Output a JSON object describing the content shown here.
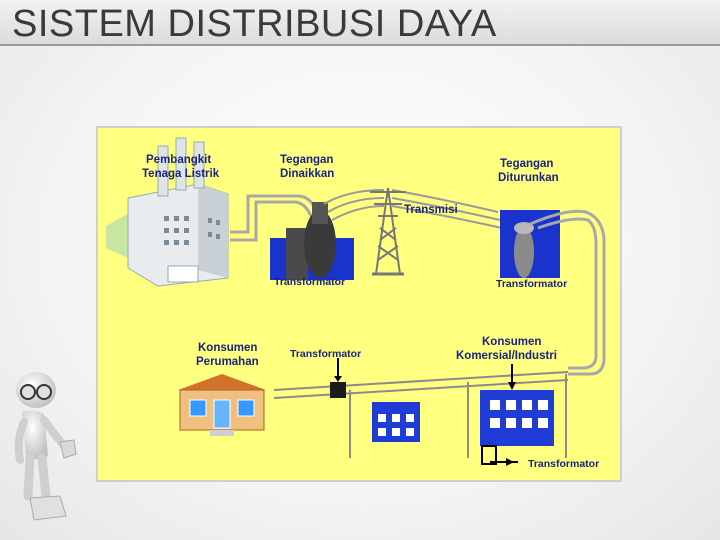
{
  "slide": {
    "title": "SISTEM DISTRIBUSI DAYA"
  },
  "diagram": {
    "labels": {
      "pembangkit_line1": "Pembangkit",
      "pembangkit_line2": "Tenaga Listrik",
      "tegangan_naik_line1": "Tegangan",
      "tegangan_naik_line2": "Dinaikkan",
      "tegangan_turun_line1": "Tegangan",
      "tegangan_turun_line2": "Diturunkan",
      "transmisi": "Transmisi",
      "transformator_1": "Transformator",
      "transformator_2": "Transformator",
      "konsumen_rumah_line1": "Konsumen",
      "konsumen_rumah_line2": "Perumahan",
      "transformator_3": "Transformator",
      "konsumen_industri_line1": "Konsumen",
      "konsumen_industri_line2": "Komersial/Industri",
      "transformator_4": "Transformator"
    },
    "colors": {
      "background": "#ffff80",
      "label_text": "#1a237e",
      "transformer_box": "#1a33cc",
      "building_blue": "#1f3dd6"
    }
  }
}
